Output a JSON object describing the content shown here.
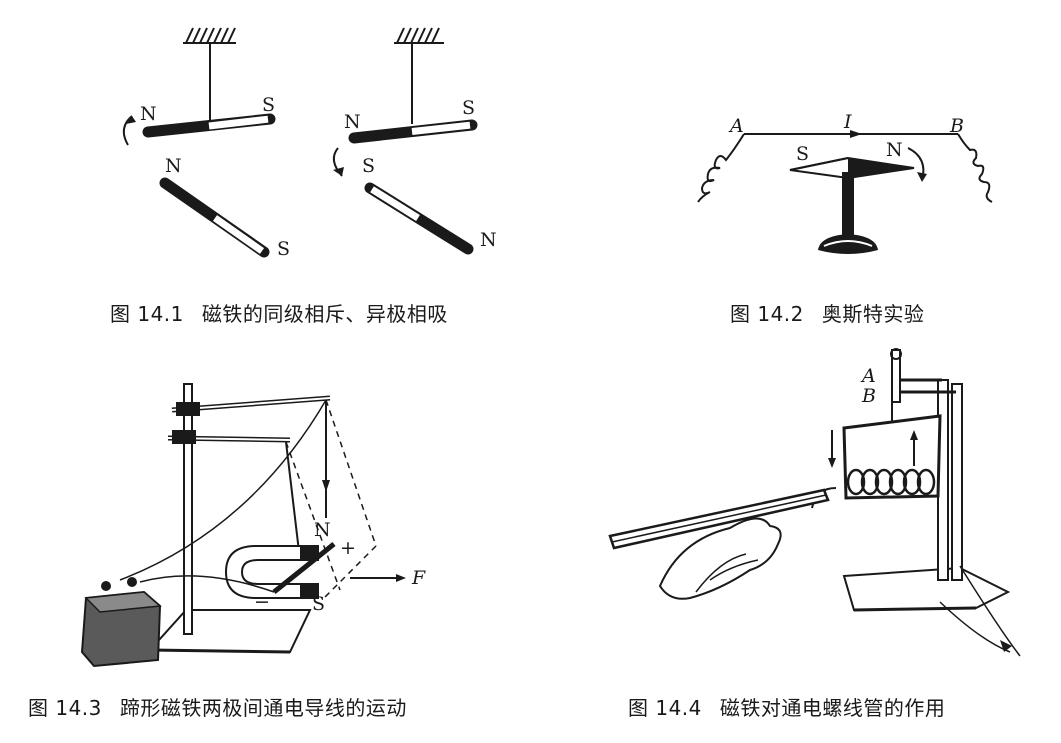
{
  "figures": [
    {
      "id": "14.1",
      "number": "图 14.1",
      "caption": "磁铁的同级相斥、异极相吸",
      "labels": {
        "left_top_n": "N",
        "left_top_s": "S",
        "left_bottom_n": "N",
        "left_bottom_s": "S",
        "right_top_n": "N",
        "right_top_s": "S",
        "right_bottom_s": "S",
        "right_bottom_n": "N"
      }
    },
    {
      "id": "14.2",
      "number": "图 14.2",
      "caption": "奥斯特实验",
      "labels": {
        "a": "A",
        "i": "I",
        "b": "B",
        "s": "S",
        "n": "N"
      }
    },
    {
      "id": "14.3",
      "number": "图 14.3",
      "caption": "蹄形磁铁两极间通电导线的运动",
      "labels": {
        "n": "N",
        "s": "S",
        "plus": "+",
        "minus": "−",
        "f": "F"
      }
    },
    {
      "id": "14.4",
      "number": "图 14.4",
      "caption": "磁铁对通电螺线管的作用",
      "labels": {
        "a": "A",
        "b": "B"
      }
    }
  ]
}
